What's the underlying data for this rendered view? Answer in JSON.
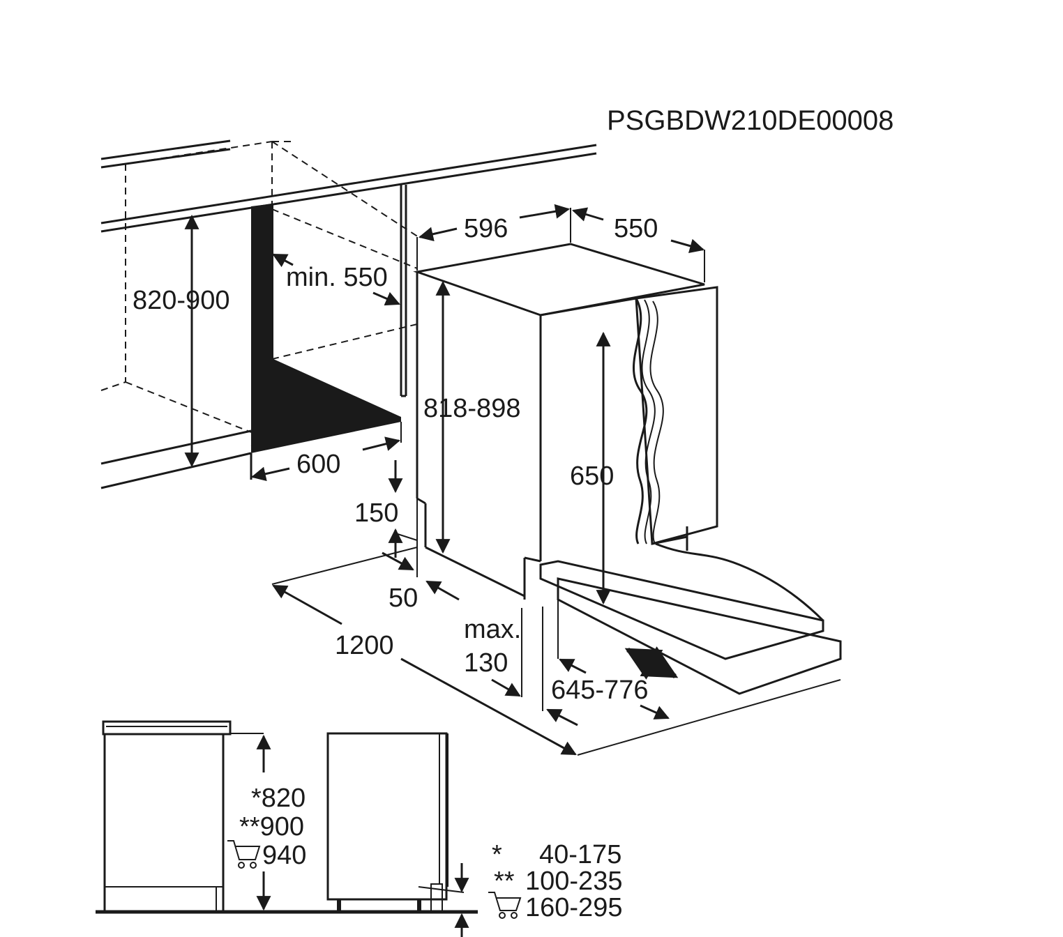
{
  "model_code": "PSGBDW210DE00008",
  "dimensions": {
    "niche_height": "820-900",
    "niche_depth_min": "min. 550",
    "niche_width": "600",
    "appliance_width": "596",
    "appliance_depth": "550",
    "appliance_height": "818-898",
    "door_height": "650",
    "plinth_height": "150",
    "plinth_offset": "50",
    "plinth_max_label": "max.",
    "plinth_max_value": "130",
    "door_travel": "645-776",
    "total_depth": "1200"
  },
  "side_view": {
    "height_standard": "*820",
    "height_tall": "**900",
    "height_cart": "940"
  },
  "plinth_table": [
    {
      "marker": "*",
      "value": "40-175"
    },
    {
      "marker": "**",
      "value": "100-235"
    },
    {
      "marker": "cart-icon",
      "value": "160-295"
    }
  ],
  "colors": {
    "ink": "#1a1a1a",
    "background": "#ffffff"
  }
}
